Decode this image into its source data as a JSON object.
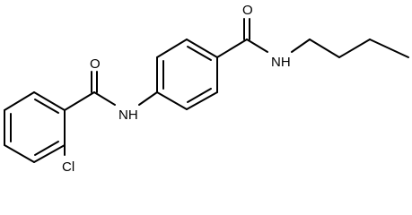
{
  "molecule": {
    "atom_labels": {
      "carbonyl_oxygen_left": "O",
      "amide_nitrogen_left": "NH",
      "carbonyl_oxygen_right": "O",
      "amide_nitrogen_right": "NH",
      "chlorine": "Cl"
    }
  }
}
